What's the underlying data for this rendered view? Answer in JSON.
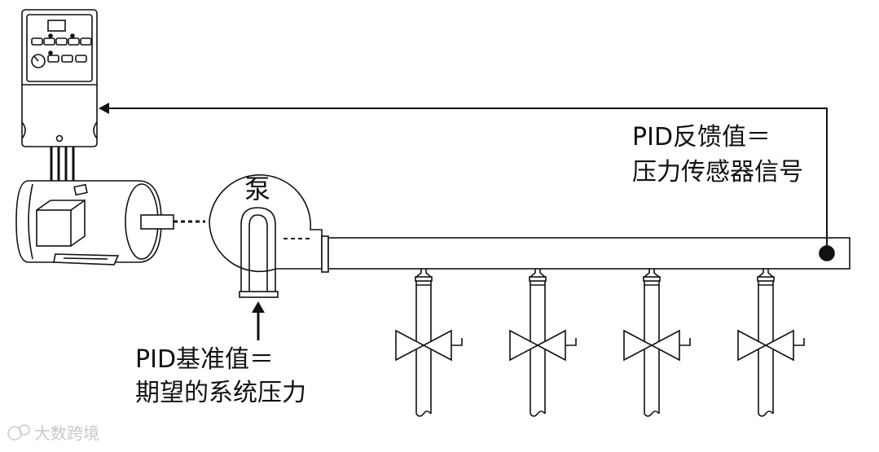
{
  "labels": {
    "pump": "泵",
    "feedback_line1": "PID反馈值＝",
    "feedback_line2": "压力传感器信号",
    "setpoint_line1": "PID基准值＝",
    "setpoint_line2": "期望的系统压力"
  },
  "watermark": {
    "text": "大数跨境",
    "icon": "chat-bubble-logo-icon"
  },
  "colors": {
    "line": "#111111",
    "background": "#ffffff",
    "watermark": "#c9c9c9"
  }
}
